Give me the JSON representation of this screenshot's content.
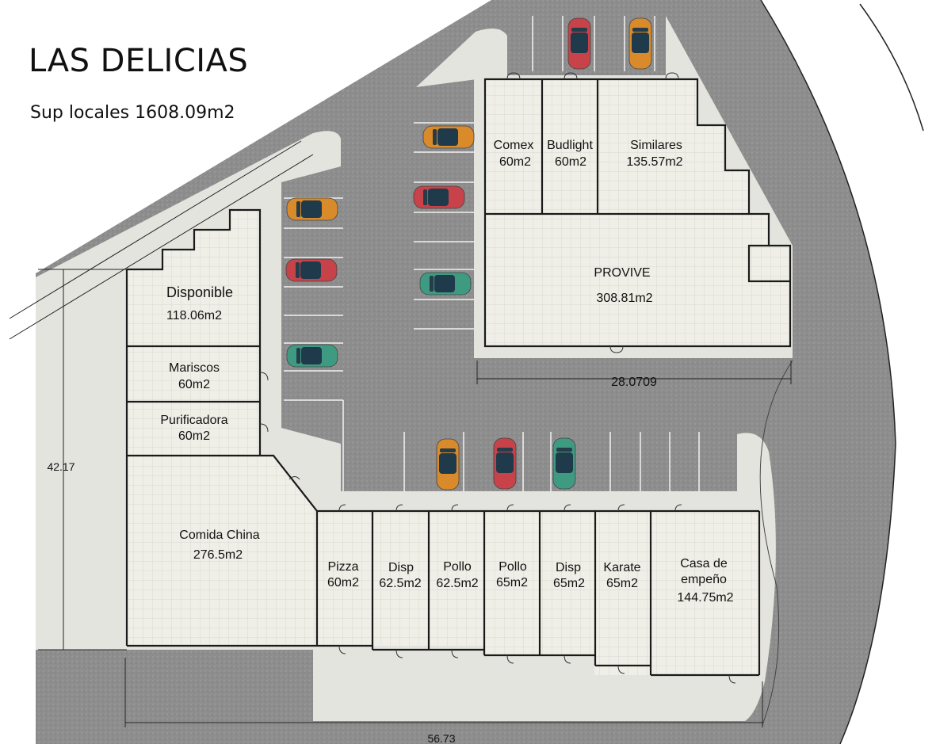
{
  "title": "LAS DELICIAS",
  "subtitle": "Sup locales 1608.09m2",
  "units": [
    {
      "id": "comex",
      "name": "Comex",
      "area": "60m2"
    },
    {
      "id": "budlight",
      "name": "Budlight",
      "area": "60m2"
    },
    {
      "id": "similares",
      "name": "Similares",
      "area": "135.57m2"
    },
    {
      "id": "provive",
      "name": "PROVIVE",
      "area": "308.81m2"
    },
    {
      "id": "disponible",
      "name": "Disponible",
      "area": "118.06m2"
    },
    {
      "id": "mariscos",
      "name": "Mariscos",
      "area": "60m2"
    },
    {
      "id": "purificadora",
      "name": "Purificadora",
      "area": "60m2"
    },
    {
      "id": "comida-china",
      "name": "Comida China",
      "area": "276.5m2"
    },
    {
      "id": "pizza",
      "name": "Pizza",
      "area": "60m2"
    },
    {
      "id": "disp-1",
      "name": "Disp",
      "area": "62.5m2"
    },
    {
      "id": "pollo-1",
      "name": "Pollo",
      "area": "62.5m2"
    },
    {
      "id": "pollo-2",
      "name": "Pollo",
      "area": "65m2"
    },
    {
      "id": "disp-2",
      "name": "Disp",
      "area": "65m2"
    },
    {
      "id": "karate",
      "name": "Karate",
      "area": "65m2"
    },
    {
      "id": "casa-empeno",
      "name": "Casa de empeño",
      "line1": "Casa de",
      "line2": "empeño",
      "area": "144.75m2"
    }
  ],
  "dimensions": {
    "provive_width": "28.0709",
    "site_height": "42.17",
    "site_width": "56.73"
  },
  "colors": {
    "asphalt": "#8f8f8f",
    "sidewalk": "#e6e6e1",
    "floor": "#efefe8",
    "wall": "#1a1a1a",
    "car_orange": "#d98a2a",
    "car_red": "#c8424a",
    "car_teal": "#3f9a82"
  },
  "cars": [
    {
      "color": "car_red",
      "orient": "v"
    },
    {
      "color": "car_orange",
      "orient": "v"
    },
    {
      "color": "car_orange",
      "orient": "h"
    },
    {
      "color": "car_red",
      "orient": "h"
    },
    {
      "color": "car_teal",
      "orient": "h"
    },
    {
      "color": "car_orange",
      "orient": "h"
    },
    {
      "color": "car_red",
      "orient": "h"
    },
    {
      "color": "car_teal",
      "orient": "h"
    },
    {
      "color": "car_orange",
      "orient": "v"
    },
    {
      "color": "car_red",
      "orient": "v"
    },
    {
      "color": "car_teal",
      "orient": "v"
    }
  ]
}
